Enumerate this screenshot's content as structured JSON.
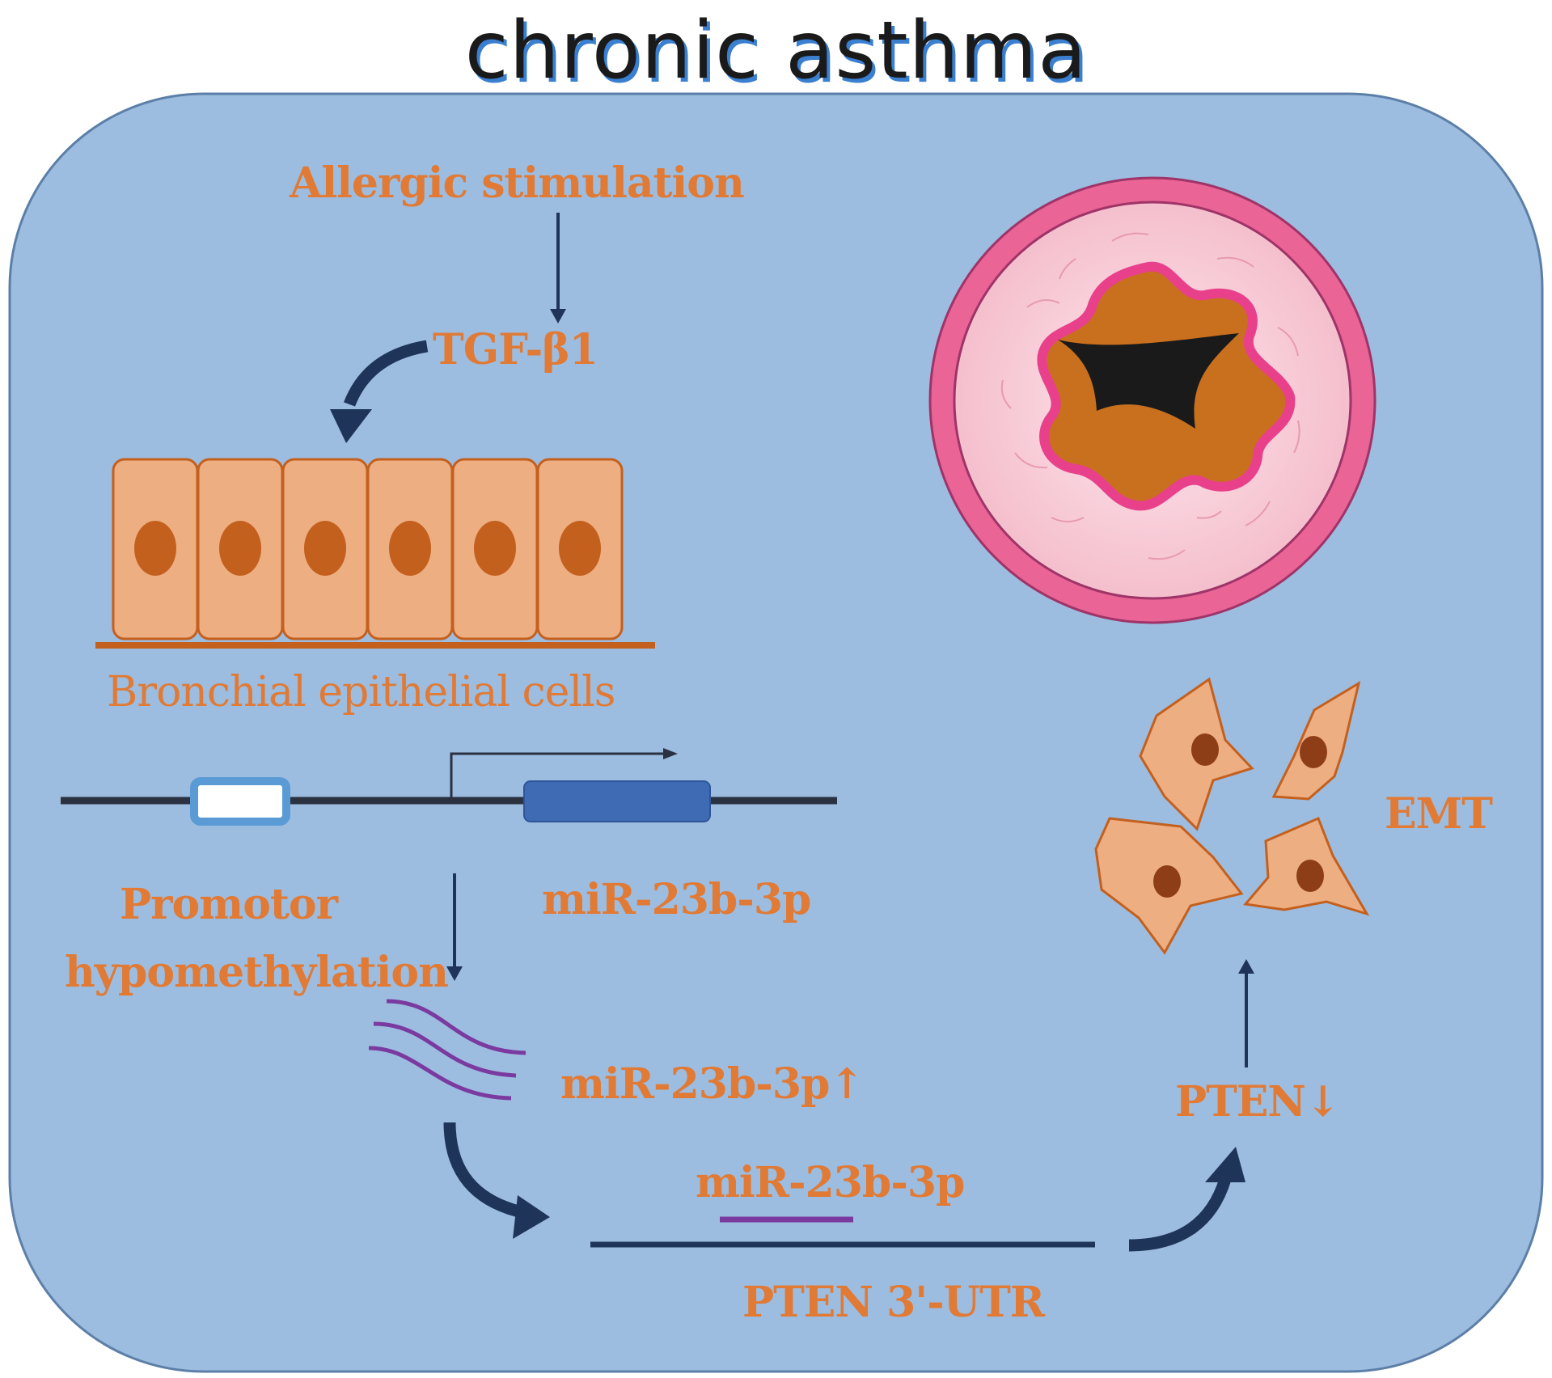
{
  "title": "chronic asthma",
  "labels": {
    "allergic_stimulation": "Allergic stimulation",
    "tgf_beta1": "TGF-β1",
    "bronchial_epithelial_cells": "Bronchial epithelial cells",
    "promotor": "Promotor",
    "hypomethylation": "hypomethylation",
    "mir_gene": "miR-23b-3p",
    "mir_up": "miR-23b-3p↑",
    "mir_bound": "miR-23b-3p",
    "pten_utr": "PTEN 3'-UTR",
    "pten_down": "PTEN↓",
    "emt": "EMT"
  },
  "colors": {
    "background": "#9DBDE0",
    "label": "#E07A35",
    "arrow": "#1E3559",
    "cell_fill": "#EDAE82",
    "cell_nucleus": "#C4601E",
    "promoter_box": "#5B9BD5",
    "gene_box": "#3E6BB4",
    "mirna": "#7A3AA0",
    "airway_outer": "#EB6496",
    "airway_inner": "#F8C9D6",
    "airway_mucosa": "#C9701E",
    "airway_lumen": "#1a1a1a",
    "mesenchymal_nucleus": "#8E3E17"
  },
  "icons": [
    "epithelial-cell",
    "airway-cross-section",
    "mesenchymal-cell",
    "dna-strand",
    "mirna-strand"
  ]
}
